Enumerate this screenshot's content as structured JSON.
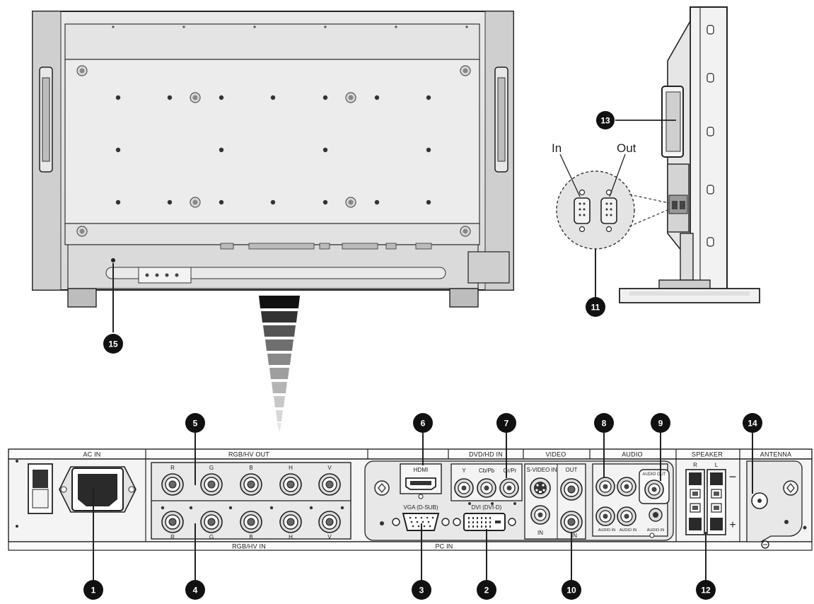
{
  "callouts": {
    "c1": "1",
    "c2": "2",
    "c3": "3",
    "c4": "4",
    "c5": "5",
    "c6": "6",
    "c7": "7",
    "c8": "8",
    "c9": "9",
    "c10": "10",
    "c11": "11",
    "c12": "12",
    "c13": "13",
    "c14": "14",
    "c15": "15"
  },
  "side_view": {
    "in_label": "In",
    "out_label": "Out"
  },
  "sections": {
    "ac_in": "AC IN",
    "rgbhv_out": "RGB/HV OUT",
    "rgbhv_in": "RGB/HV IN",
    "dvd_hd_in": "DVD/HD IN",
    "video": "VIDEO",
    "audio": "AUDIO",
    "speaker": "SPEAKER",
    "antenna": "ANTENNA",
    "pc_in": "PC IN"
  },
  "ports": {
    "bnc_out": [
      "R",
      "G",
      "B",
      "H",
      "V"
    ],
    "bnc_in": [
      "R",
      "G",
      "B",
      "H",
      "V"
    ],
    "hdmi": "HDMI",
    "vga": "VGA (D-SUB)",
    "dvi": "DVI (DVI-D)",
    "y": "Y",
    "cb": "Cb/Pb",
    "cr": "Cr/Pr",
    "svideo_in": "S-VIDEO IN",
    "video_out": "OUT",
    "video_in_left": "IN",
    "video_in_right": "IN",
    "audio_out": "AUDIO OUT",
    "audio_in_1": "AUDIO IN",
    "audio_in_2": "AUDIO IN",
    "audio_in_3": "AUDIO IN",
    "spk_r": "R",
    "spk_l": "L",
    "spk_minus": "−",
    "spk_plus": "+"
  },
  "colors": {
    "panel_fill": "#f1f1f1",
    "rear_fill": "#e2e2e2",
    "callout_fill": "#111111",
    "line": "#222222"
  }
}
